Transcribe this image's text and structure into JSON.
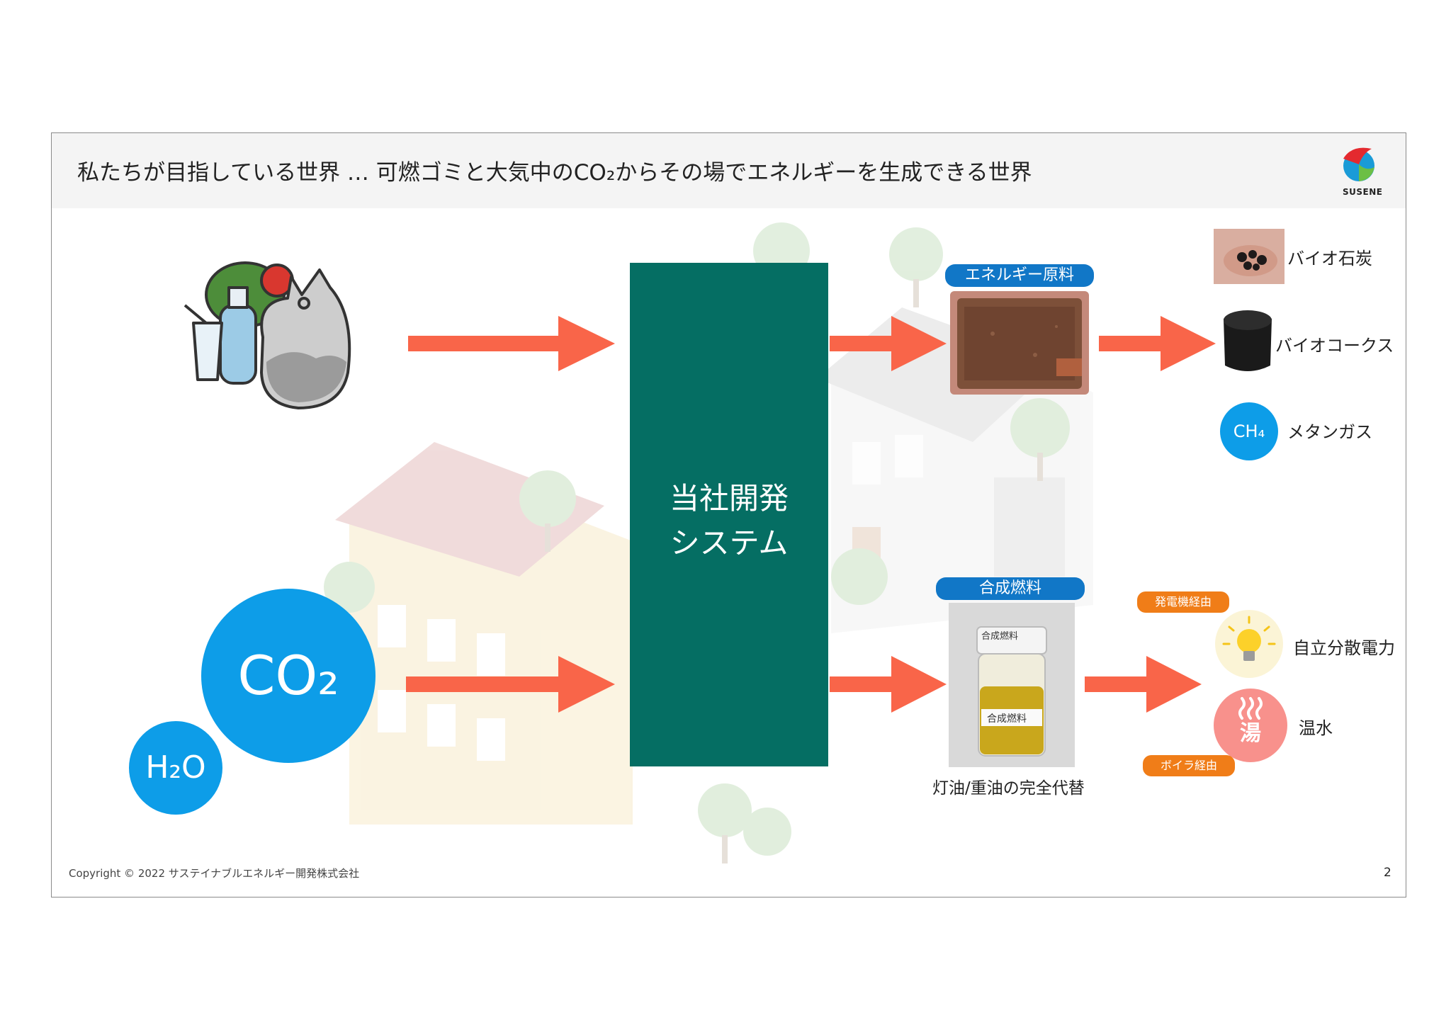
{
  "header": {
    "title": "私たちが目指している世界 … 可燃ゴミと大気中のCO₂からその場でエネルギーを生成できる世界",
    "logo_text": "SUSENE"
  },
  "inputs": {
    "co2_label": "CO₂",
    "h2o_label": "H₂O"
  },
  "system": {
    "line1": "当社開発",
    "line2": "システム"
  },
  "energy_material": {
    "label": "エネルギー原料",
    "outputs": [
      {
        "label": "バイオ石炭"
      },
      {
        "label": "バイオコークス"
      },
      {
        "label": "メタンガス",
        "badge": "CH₄"
      }
    ]
  },
  "synthetic_fuel": {
    "label": "合成燃料",
    "caption": "灯油/重油の完全代替",
    "bottle_text": "合成燃料",
    "via_generator": "発電機経由",
    "via_boiler": "ボイラ経由",
    "outputs": [
      {
        "label": "自立分散電力"
      },
      {
        "label": "温水",
        "badge": "湯"
      }
    ]
  },
  "footer": {
    "copyright": "Copyright © 2022 サステイナブルエネルギー開発株式会社",
    "page_number": "2"
  },
  "colors": {
    "system_box": "#056e63",
    "arrow": "#f96549",
    "accent_blue": "#0d9de8",
    "pill_blue": "#1177c7",
    "pill_orange": "#f07d18"
  }
}
